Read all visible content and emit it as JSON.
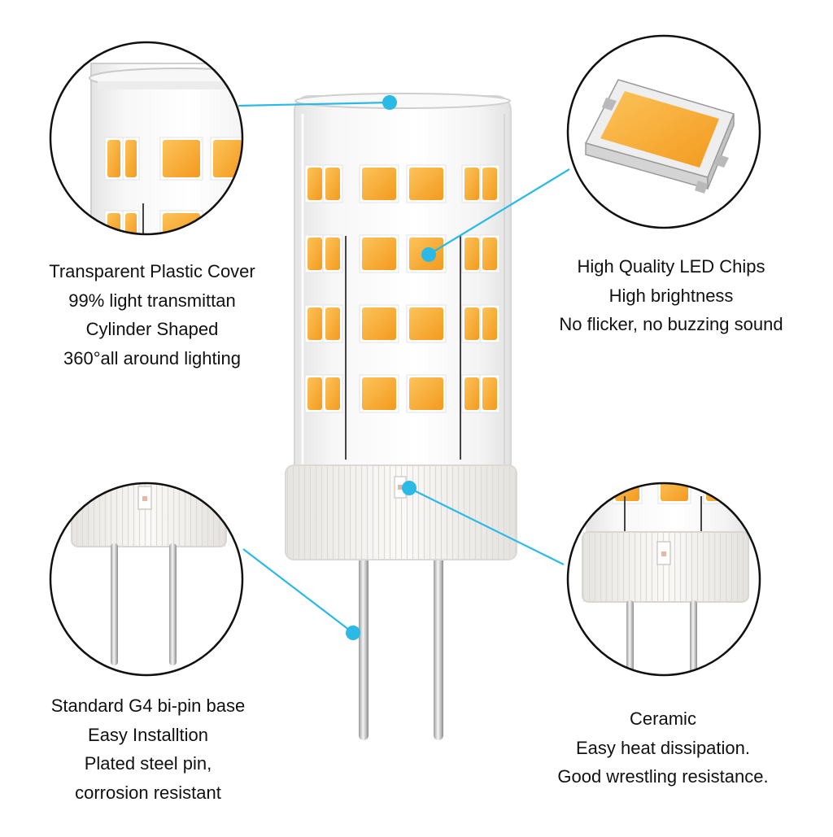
{
  "captions": {
    "cover": [
      "Transparent Plastic Cover",
      "99% light transmittan",
      "Cylinder Shaped",
      "360°all around lighting"
    ],
    "chips": [
      "High Quality LED Chips",
      "High brightness",
      "No flicker, no buzzing sound"
    ],
    "base": [
      "Standard G4 bi-pin base",
      "Easy Installtion",
      "Plated steel pin,",
      "corrosion resistant"
    ],
    "ceramic": [
      "Ceramic",
      "Easy heat dissipation.",
      "Good wrestling resistance."
    ]
  },
  "colors": {
    "callout": "#2bb9e6",
    "led": "#f9b13b",
    "led_dark": "#f08c12",
    "ceramic": "#f4f3f1",
    "cover": "#f3f3f3"
  }
}
